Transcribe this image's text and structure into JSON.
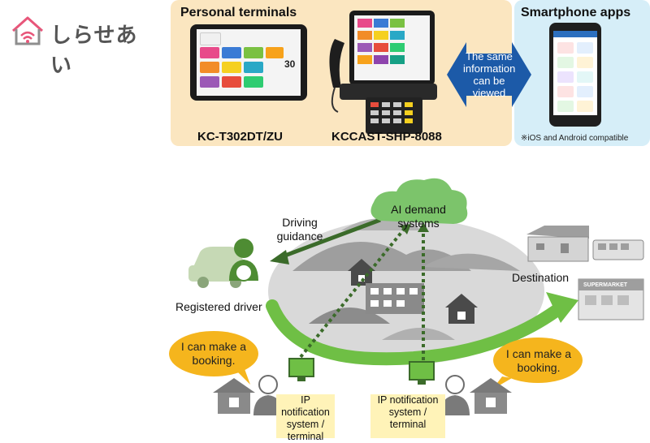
{
  "logo": {
    "text": "しらせあい"
  },
  "header": {
    "personal_terminals_title": "Personal terminals",
    "smartphone_apps_title": "Smartphone apps",
    "model_tablet": "KC-T302DT/ZU",
    "model_phone": "KCCAST-SHP-8088",
    "same_info_text": "The same information can be viewed",
    "compat_note": "※iOS and Android compatible",
    "tablet_date": "30"
  },
  "diagram": {
    "ai_demand": "AI demand systems",
    "driving_guidance": "Driving guidance",
    "destination": "Destination",
    "registered_driver": "Registered driver",
    "booking_left": "I can make a booking.",
    "booking_right": "I can make a booking.",
    "ip_left": "IP notification system / terminal",
    "ip_right": "IP notification system / terminal",
    "supermarket": "SUPERMARKET"
  },
  "colors": {
    "panel_left": "#fbe6c0",
    "panel_right": "#d6eef8",
    "arrow_blue": "#1c5aa8",
    "cloud_green": "#7cc46b",
    "route_green": "#6fbf45",
    "dark_green": "#3b6b2a",
    "bubble_yellow": "#f5b51d",
    "ip_yellow": "#fff3b8"
  }
}
